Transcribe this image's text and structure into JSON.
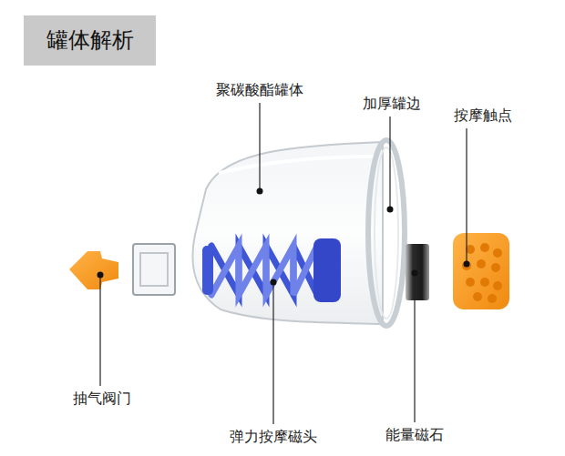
{
  "diagram": {
    "title": "罐体解析",
    "labels": [
      "聚碳酸酯罐体",
      "加厚罐边",
      "按摩触点",
      "抽气阀门",
      "弹力按摩磁头",
      "能量磁石"
    ]
  }
}
